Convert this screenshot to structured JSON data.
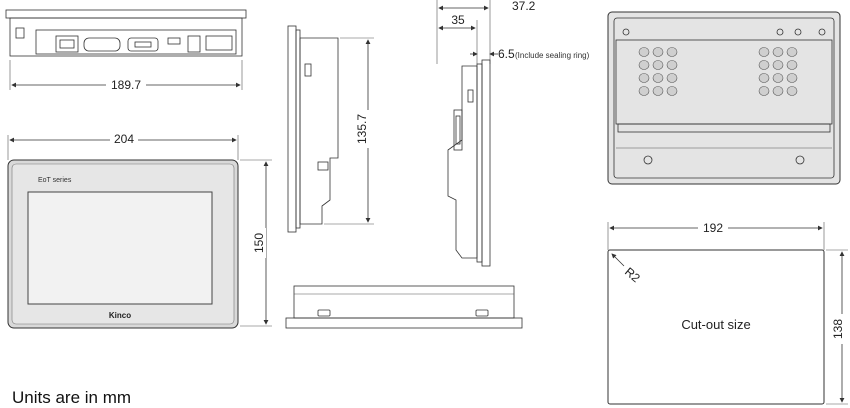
{
  "dimensions": {
    "front_width": "189.7",
    "panel_width": "204",
    "panel_height": "150",
    "side_height": "135.7",
    "depth_total": "37.2",
    "depth_body": "35",
    "seal": "6.5",
    "seal_note": "(Include sealing ring)",
    "cutout_width": "192",
    "cutout_height": "138",
    "corner_radius": "R2"
  },
  "labels": {
    "series": "EoT series",
    "brand": "Kinco",
    "cutout": "Cut-out size",
    "units": "Units are in mm"
  },
  "colors": {
    "line": "#333333",
    "bezel": "#d9d9d9",
    "screen": "#f2f2f2"
  }
}
